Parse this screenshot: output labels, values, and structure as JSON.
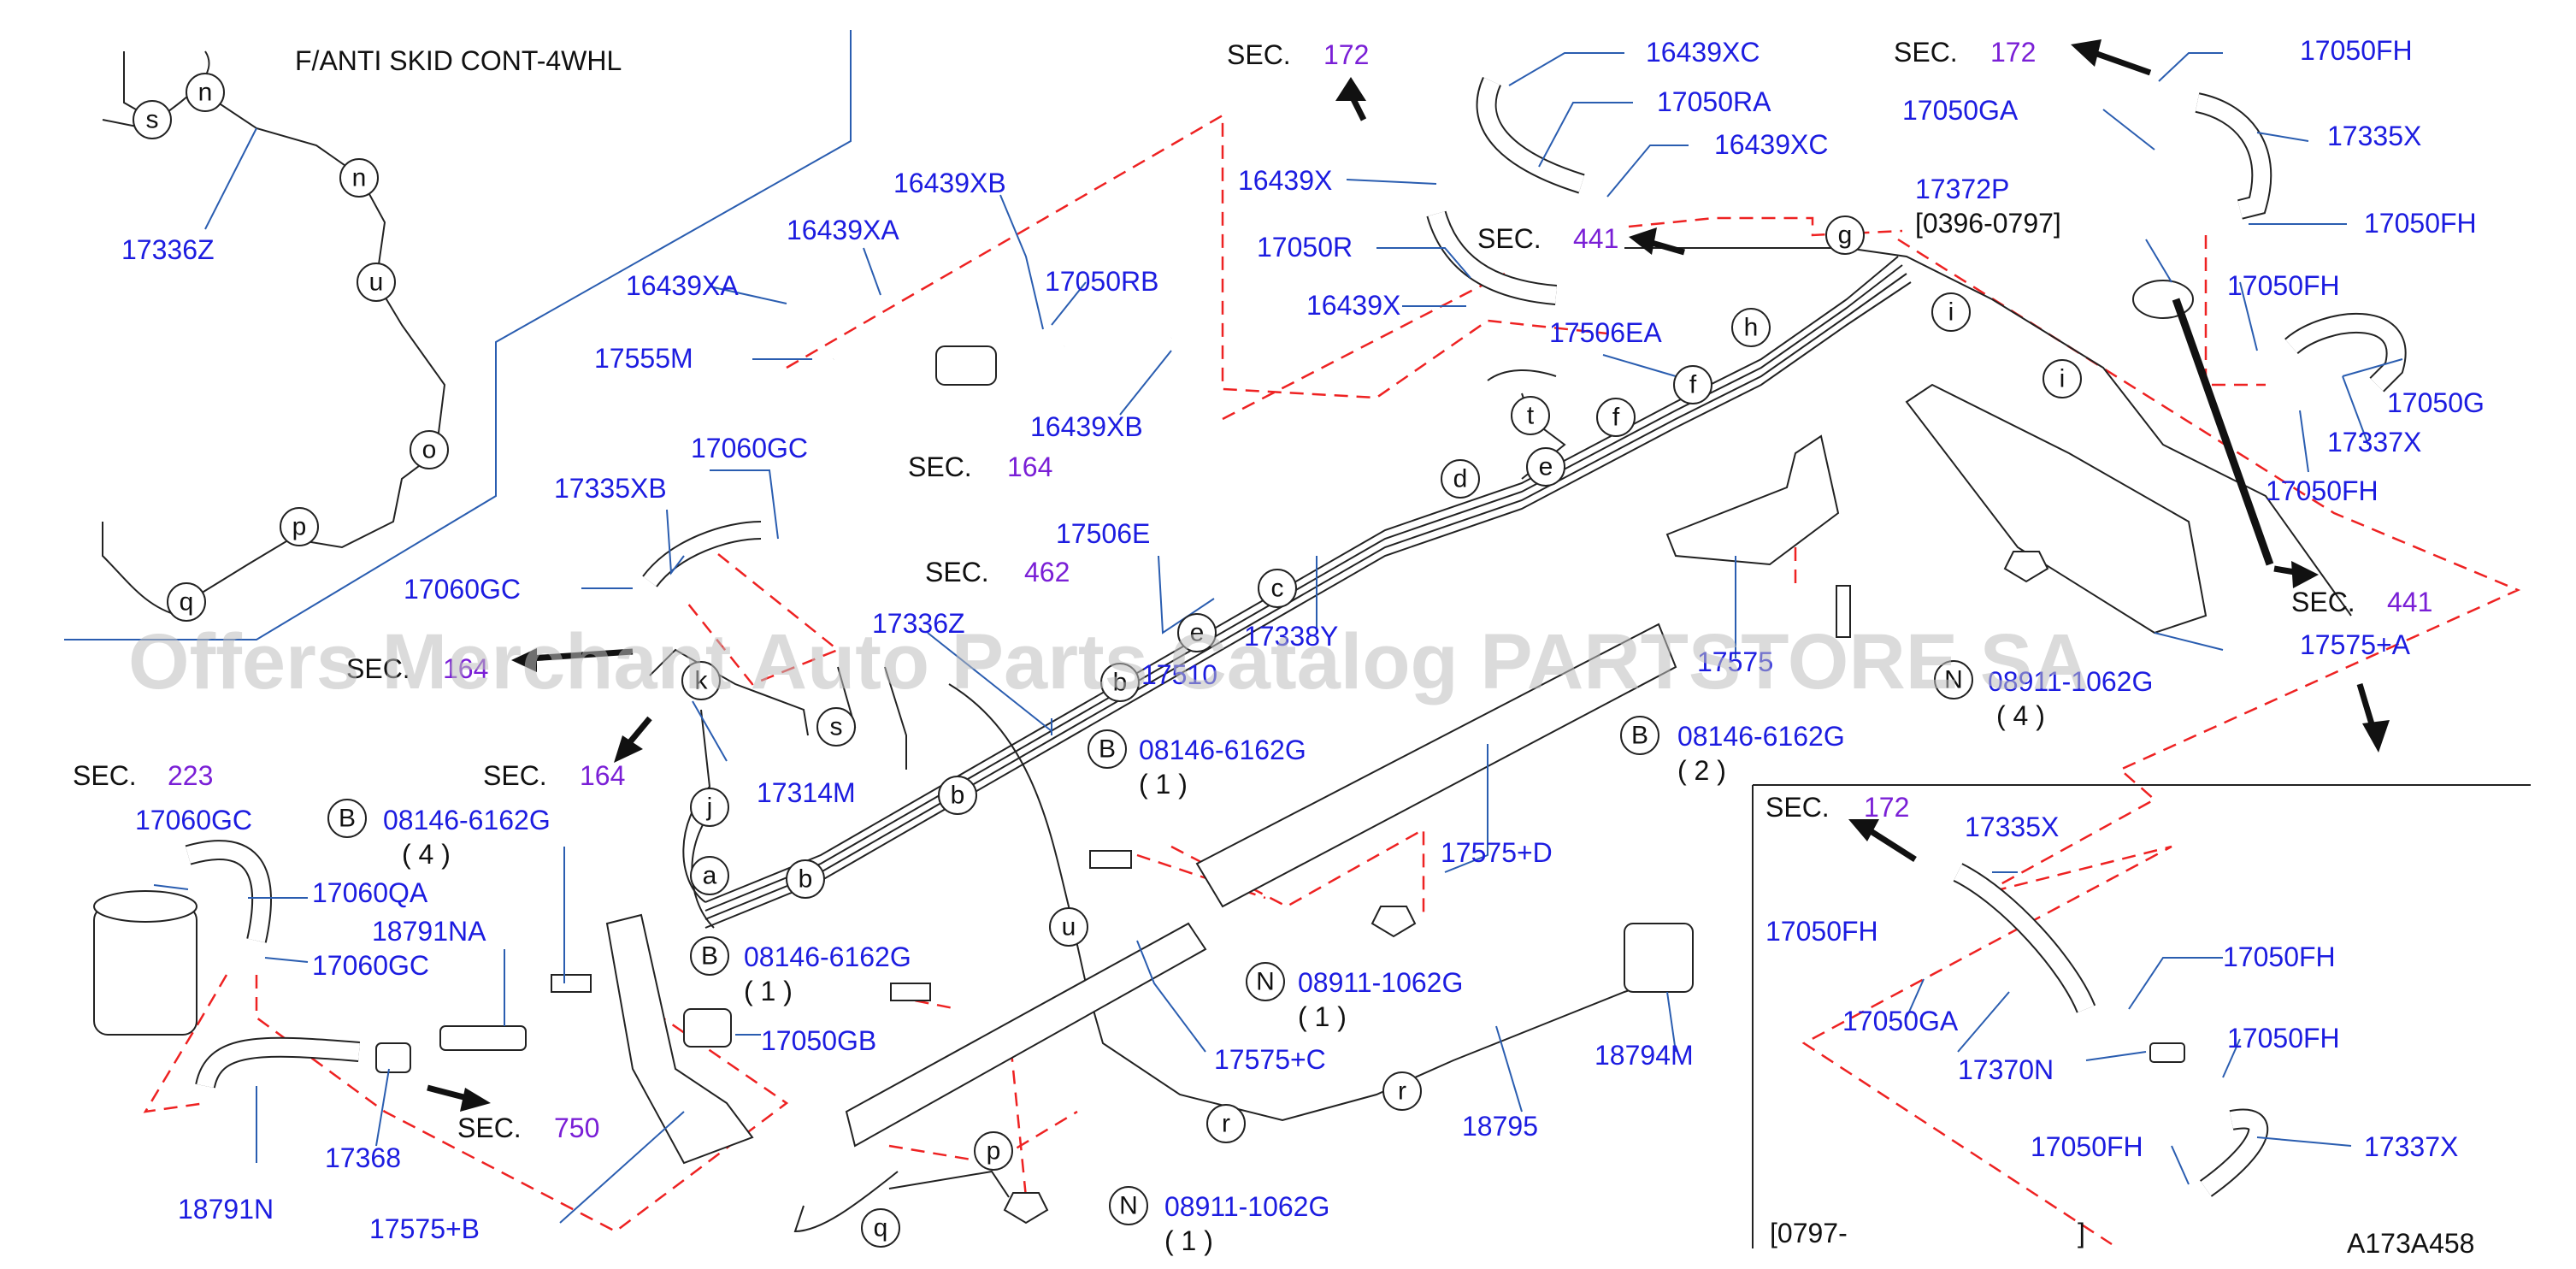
{
  "header": {
    "label": "F/ANTI   SKID   CONT-4WHL"
  },
  "footer": {
    "code": "A173A458",
    "inset_period": "[0797-",
    "inset_period_close": "]"
  },
  "watermark": "Offers Merchant Auto Parts Catalog PARTSTORE SA",
  "sections": {
    "sec_172_a": {
      "prefix": "SEC.",
      "num": "172"
    },
    "sec_172_b": {
      "prefix": "SEC.",
      "num": "172"
    },
    "sec_172_c": {
      "prefix": "SEC.",
      "num": "172"
    },
    "sec_441_a": {
      "prefix": "SEC.",
      "num": "441"
    },
    "sec_441_b": {
      "prefix": "SEC.",
      "num": "441"
    },
    "sec_164_a": {
      "prefix": "SEC.",
      "num": "164"
    },
    "sec_164_b": {
      "prefix": "SEC.",
      "num": "164"
    },
    "sec_462": {
      "prefix": "SEC.",
      "num": "462"
    },
    "sec_164_c": {
      "prefix": "SEC.",
      "num": "164"
    },
    "sec_223": {
      "prefix": "SEC.",
      "num": "223"
    },
    "sec_750": {
      "prefix": "SEC.",
      "num": "750"
    }
  },
  "parts": {
    "p17336z_a": "17336Z",
    "p16439xc_a": "16439XC",
    "p17050ra": "17050RA",
    "p16439xc_b": "16439XC",
    "p16439x_a": "16439X",
    "p17050r": "17050R",
    "p16439x_b": "16439X",
    "p17506ea": "17506EA",
    "p17050fh_a": "17050FH",
    "p17050ga_a": "17050GA",
    "p17335x_a": "17335X",
    "p17050fh_b": "17050FH",
    "p17372p": "17372P",
    "p17372p_period": "[0396-0797]",
    "p17050fh_c": "17050FH",
    "p17050g": "17050G",
    "p17337x_a": "17337X",
    "p17050fh_d": "17050FH",
    "p16439xb_a": "16439XB",
    "p16439xa_a": "16439XA",
    "p17050rb": "17050RB",
    "p16439xa_b": "16439XA",
    "p17555m": "17555M",
    "p16439xb_b": "16439XB",
    "p17060gc_a": "17060GC",
    "p17335xb": "17335XB",
    "p17060gc_b": "17060GC",
    "p17506e": "17506E",
    "p17336z_b": "17336Z",
    "p17338y": "17338Y",
    "p17510": "17510",
    "p17575": "17575",
    "p17575a": "17575+A",
    "p17314m": "17314M",
    "p17575d": "17575+D",
    "p17060gc_c": "17060GC",
    "p17060qa": "17060QA",
    "p17060gc_d": "17060GC",
    "p18791na": "18791NA",
    "p17050gb": "17050GB",
    "p17575c": "17575+C",
    "p18794m": "18794M",
    "p18795": "18795",
    "p17368": "17368",
    "p18791n": "18791N",
    "p17575b": "17575+B",
    "p17335x_b": "17335X",
    "p17050fh_e": "17050FH",
    "p17050ga_b": "17050GA",
    "p17050fh_f": "17050FH",
    "p17370n": "17370N",
    "p17050fh_g": "17050FH",
    "p17050fh_h": "17050FH",
    "p17337x_b": "17337X"
  },
  "fasteners": {
    "b1": {
      "badge": "B",
      "num": "08146-6162G",
      "qty": "( 1 )"
    },
    "b2": {
      "badge": "B",
      "num": "08146-6162G",
      "qty": "( 2 )"
    },
    "b3": {
      "badge": "B",
      "num": "08146-6162G",
      "qty": "( 4 )"
    },
    "b4": {
      "badge": "B",
      "num": "08146-6162G",
      "qty": "( 1 )"
    },
    "n1": {
      "badge": "N",
      "num": "08911-1062G",
      "qty": "( 4 )"
    },
    "n2": {
      "badge": "N",
      "num": "08911-1062G",
      "qty": "( 1 )"
    },
    "n3": {
      "badge": "N",
      "num": "08911-1062G",
      "qty": "( 1 )"
    }
  },
  "callouts": [
    "n",
    "s",
    "n",
    "u",
    "o",
    "p",
    "q",
    "g",
    "h",
    "i",
    "i",
    "f",
    "f",
    "t",
    "e",
    "d",
    "c",
    "e",
    "b",
    "b",
    "b",
    "b",
    "a",
    "j",
    "k",
    "s",
    "u",
    "p",
    "q",
    "r",
    "r"
  ]
}
